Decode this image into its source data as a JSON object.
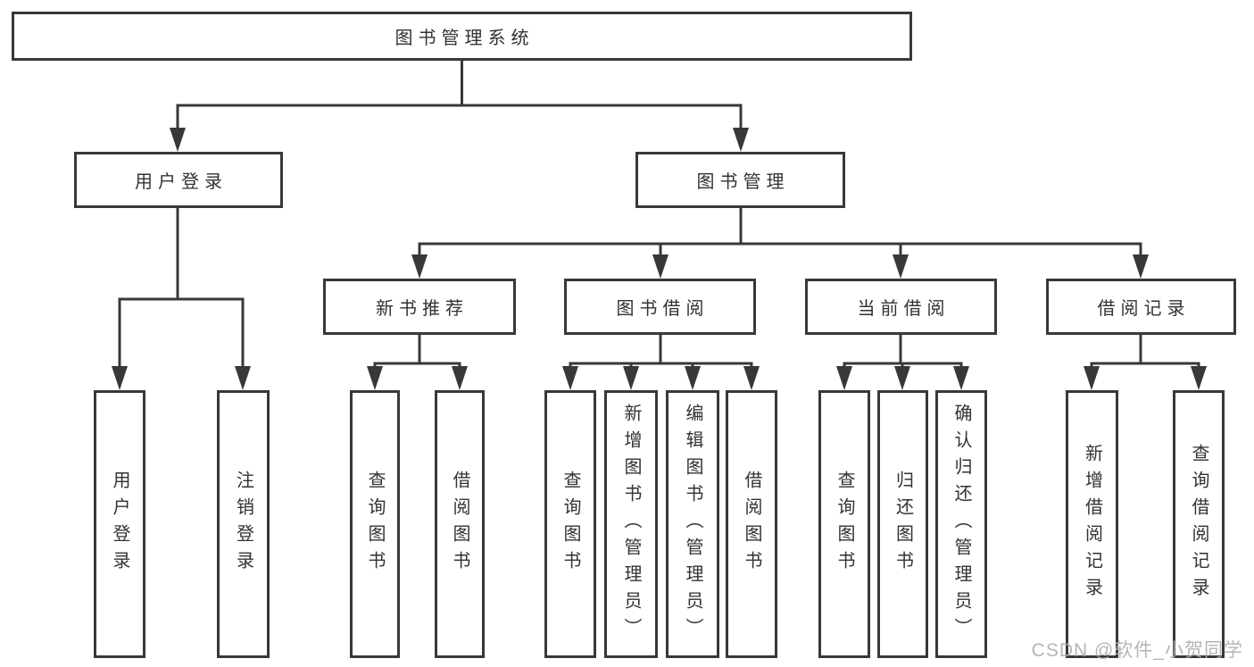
{
  "diagram": {
    "title_node": "图书管理系统",
    "tree": {
      "root": {
        "label": "图书管理系统"
      },
      "branches": [
        {
          "label": "用户登录",
          "leaves": [
            {
              "label": "用户登录"
            },
            {
              "label": "注销登录"
            }
          ]
        },
        {
          "label": "图书管理",
          "groups": [
            {
              "label": "新书推荐",
              "leaves": [
                {
                  "label": "查询图书"
                },
                {
                  "label": "借阅图书"
                }
              ]
            },
            {
              "label": "图书借阅",
              "leaves": [
                {
                  "label": "查询图书"
                },
                {
                  "label": "新增图书（管理员）"
                },
                {
                  "label": "编辑图书（管理员）"
                },
                {
                  "label": "借阅图书"
                }
              ]
            },
            {
              "label": "当前借阅",
              "leaves": [
                {
                  "label": "查询图书"
                },
                {
                  "label": "归还图书"
                },
                {
                  "label": "确认归还（管理员）"
                }
              ]
            },
            {
              "label": "借阅记录",
              "leaves": [
                {
                  "label": "新增借阅记录"
                },
                {
                  "label": "查询借阅记录"
                }
              ]
            }
          ]
        }
      ]
    },
    "colors": {
      "line": "#383838",
      "box_border": "#383838",
      "box_fill": "#ffffff",
      "text": "#323232",
      "watermark": "#aeaeae",
      "background": "#ffffff"
    }
  },
  "watermark": {
    "text": "CSDN @软件_小贺同学"
  }
}
